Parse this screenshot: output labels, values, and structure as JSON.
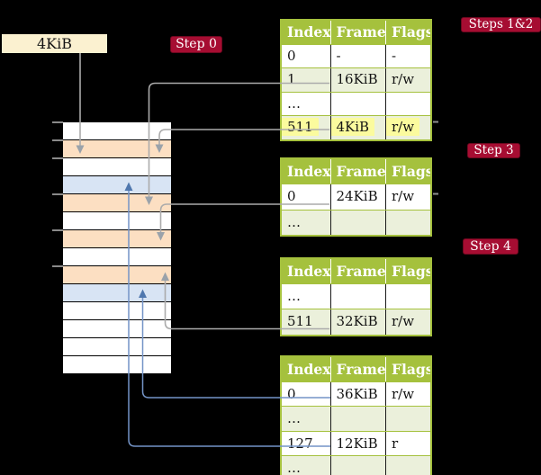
{
  "diagram": {
    "pointer_box_label": "4KiB",
    "badges": {
      "step0": "Step 0",
      "steps12": "Steps 1&2",
      "step3": "Step 3",
      "step4": "Step 4"
    },
    "memory_frames": [
      "free",
      "page-table",
      "free",
      "mapped-page",
      "page-table",
      "free",
      "page-table",
      "free",
      "page-table",
      "mapped-page",
      "free",
      "free",
      "free",
      "free"
    ],
    "page_tables": [
      {
        "columns": [
          "Index",
          "Frame",
          "Flags"
        ],
        "rows": [
          {
            "index": "0",
            "frame": "-",
            "flags": "-",
            "shaded": false,
            "highlighted": false
          },
          {
            "index": "1",
            "frame": "16KiB",
            "flags": "r/w",
            "shaded": true,
            "highlighted": false
          },
          {
            "index": "…",
            "frame": "",
            "flags": "",
            "shaded": false,
            "highlighted": false
          },
          {
            "index": "511",
            "frame": "4KiB",
            "flags": "r/w",
            "shaded": true,
            "highlighted": true
          }
        ]
      },
      {
        "columns": [
          "Index",
          "Frame",
          "Flags"
        ],
        "rows": [
          {
            "index": "0",
            "frame": "24KiB",
            "flags": "r/w",
            "shaded": false,
            "highlighted": false
          },
          {
            "index": "…",
            "frame": "",
            "flags": "",
            "shaded": true,
            "highlighted": false
          }
        ]
      },
      {
        "columns": [
          "Index",
          "Frame",
          "Flags"
        ],
        "rows": [
          {
            "index": "…",
            "frame": "",
            "flags": "",
            "shaded": false,
            "highlighted": false
          },
          {
            "index": "511",
            "frame": "32KiB",
            "flags": "r/w",
            "shaded": true,
            "highlighted": false
          }
        ]
      },
      {
        "columns": [
          "Index",
          "Frame",
          "Flags"
        ],
        "rows": [
          {
            "index": "0",
            "frame": "36KiB",
            "flags": "r/w",
            "shaded": false,
            "highlighted": false
          },
          {
            "index": "…",
            "frame": "",
            "flags": "",
            "shaded": true,
            "highlighted": false
          },
          {
            "index": "127",
            "frame": "12KiB",
            "flags": "r",
            "shaded": false,
            "highlighted": false
          },
          {
            "index": "…",
            "frame": "",
            "flags": "",
            "shaded": true,
            "highlighted": false
          }
        ]
      }
    ],
    "colors": {
      "table_header_green": "#a5c13d",
      "table_shade_green": "#ebf0db",
      "highlight_yellow": "#fbfb9e",
      "frame_orange": "#fcdfc2",
      "frame_blue": "#d8e4f4",
      "pointer_box_cream": "#fbf1d0",
      "badge_red": "#a60d32",
      "arrow_gray": "#ababab",
      "arrow_blue": "#7494c7"
    }
  }
}
